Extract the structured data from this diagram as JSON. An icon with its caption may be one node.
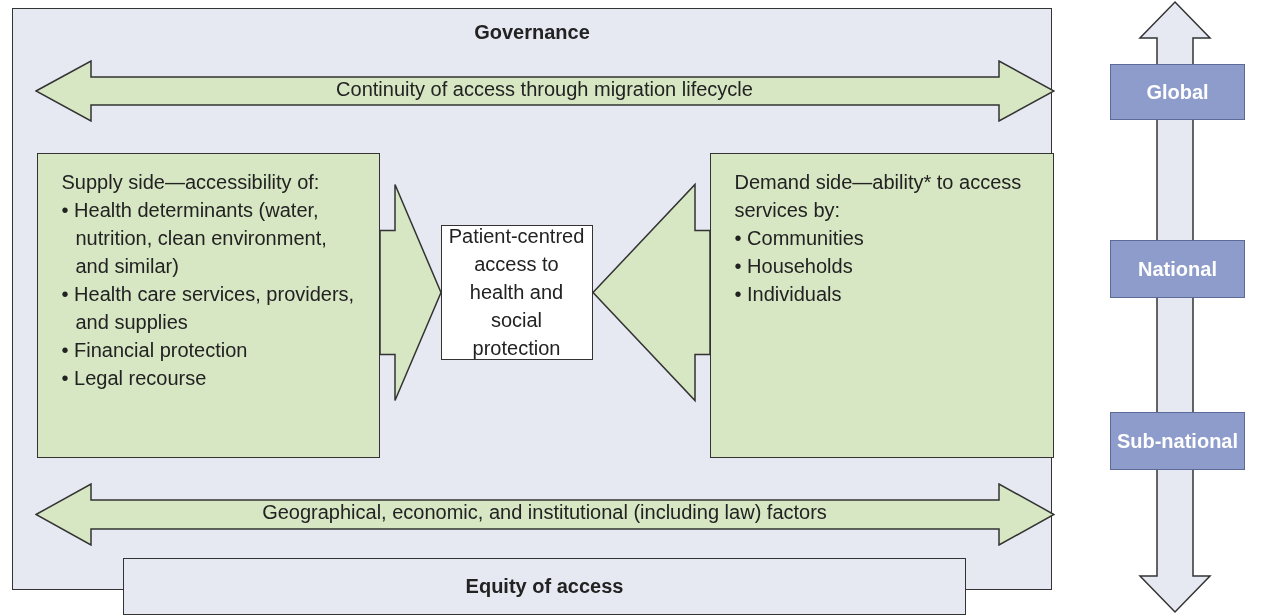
{
  "diagram": {
    "nodes": [
      {
        "text": [
          "Governance"
        ]
      },
      {
        "text": [
          "Continuity of access through migration lifecycle"
        ],
        "in": 0
      },
      {
        "text": [
          "Supply side—accessibility of:",
          "• Health determinants (water, nutrition, clean environment, and similar)",
          "• Health care services, providers, and supplies",
          "• Financial protection",
          "• Legal recourse"
        ],
        "in": 0
      },
      {
        "text": [
          "Patient-centred access to health and social protection"
        ],
        "in": 0
      },
      {
        "text": [
          "Demand side—ability* to access services by:",
          "• Communities",
          "• Households",
          "• Individuals"
        ],
        "in": 0
      },
      {
        "text": [
          "Geographical, economic, and institutional (including law) factors"
        ],
        "in": 0
      },
      {
        "text": [
          "Equity of access"
        ]
      },
      {
        "text": [
          "Global"
        ]
      },
      {
        "text": [
          "National"
        ]
      },
      {
        "text": [
          "Sub-national"
        ]
      }
    ],
    "edges": [
      {
        "from": 2,
        "to": 3,
        "arrow": "to"
      },
      {
        "from": 4,
        "to": 3,
        "arrow": "to"
      }
    ]
  }
}
